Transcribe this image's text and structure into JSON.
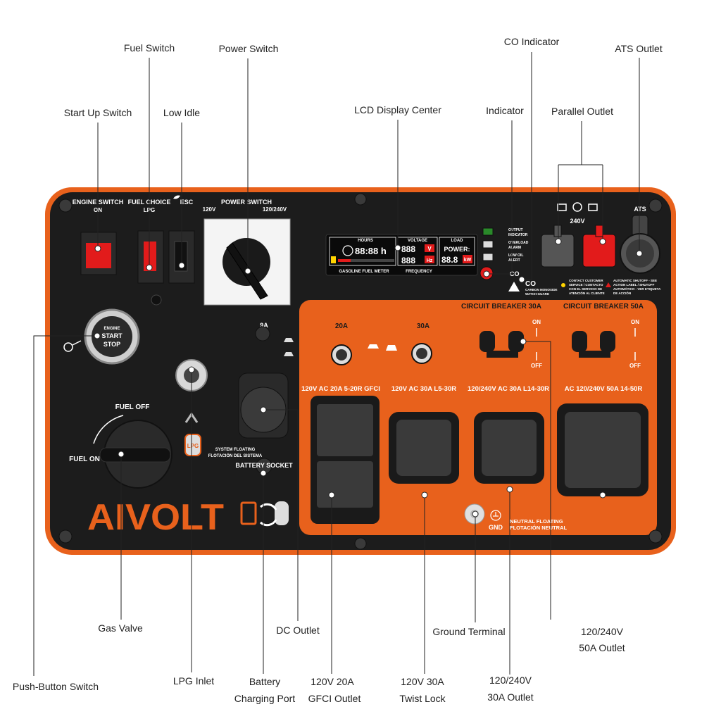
{
  "callouts": {
    "fuel_switch": "Fuel Switch",
    "power_switch": "Power Switch",
    "co_indicator": "CO Indicator",
    "ats_outlet": "ATS Outlet",
    "start_up_switch": "Start Up Switch",
    "low_idle": "Low Idle",
    "lcd_display_center": "LCD Display Center",
    "indicator": "Indicator",
    "parallel_outlet": "Parallel Outlet",
    "gas_valve": "Gas Valve",
    "dc_outlet": "DC Outlet",
    "ground_terminal": "Ground Terminal",
    "outlet_50a_line1": "120/240V",
    "outlet_50a_line2": "50A Outlet",
    "push_button_switch": "Push-Button Switch",
    "lpg_inlet": "LPG Inlet",
    "battery_line1": "Battery",
    "battery_line2": "Charging Port",
    "gfci_line1": "120V 20A",
    "gfci_line2": "GFCI Outlet",
    "twist_line1": "120V 30A",
    "twist_line2": "Twist Lock",
    "outlet_30a_line1": "120/240V",
    "outlet_30a_line2": "30A Outlet"
  },
  "panel": {
    "engine_switch": "ENGINE SWITCH",
    "on": "ON",
    "fuel_choice": "FUEL CHOICE",
    "lpg": "LPG",
    "esc": "ESC",
    "power_switch": "POWER SWITCH",
    "v120": "120V",
    "v120_240": "120/240V",
    "engine": "ENGINE",
    "start": "START",
    "stop": "STOP",
    "fuel_off": "FUEL OFF",
    "fuel_on": "FUEL ON",
    "dc_9a": "9A",
    "system_floating": "SYSTEM FLOATING",
    "flotacion_sistema": "FLOTACIÓN DEL SISTEMA",
    "battery_socket": "BATTERY SOCKET",
    "lpg_badge": "LPG",
    "brand": "AIVOLT",
    "output_indicator_1": "OUTPUT",
    "output_indicator_2": "INDICATOR",
    "overload_alarm_1": "OVERLOAD",
    "overload_alarm_2": "ALARM",
    "low_oil_alert_1": "LOW OIL",
    "low_oil_alert_2": "ALERT",
    "co": "CO",
    "co_warning_1": "CARBON MONOXIDE",
    "co_warning_2": "WATCH-GUARD",
    "v240": "240V",
    "ats": "ATS",
    "contact_1": "CONTACT CUSTOMER",
    "contact_2": "SERVICE / CONTACTO",
    "contact_3": "CON EL SERVICIO DE",
    "contact_4": "ATENCIÓN AL CLIENTE",
    "auto_1": "AUTOMATIC SHUTOFF - SEE",
    "auto_2": "ACTION LABEL / SHUTOFF",
    "auto_3": "AUTOMÁTICO - VER ETIQUETA",
    "auto_4": "DE ACCIÓN",
    "lcd_hours": "HOURS",
    "lcd_voltage": "VOLTAGE",
    "lcd_load": "LOAD",
    "lcd_time": "88:88 h",
    "lcd_volt_digits": "888",
    "lcd_v": "V",
    "lcd_freq_digits": "888",
    "lcd_hz": "Hz",
    "lcd_power": "POWER:",
    "lcd_power_digits": "88.8",
    "lcd_kw": "kW",
    "lcd_fuel_meter": "GASOLINE FUEL METER",
    "lcd_frequency": "FREQUENCY",
    "breaker_30a": "CIRCUIT BREAKER 30A",
    "breaker_50a": "CIRCUIT BREAKER 50A",
    "b20a": "20A",
    "b30a": "30A",
    "on_a": "ON",
    "off_a": "OFF",
    "on_b": "ON",
    "off_b": "OFF",
    "outlet_gfci": "120V AC 20A 5-20R GFCI",
    "outlet_l5": "120V AC 30A L5-30R",
    "outlet_l14": "120/240V AC 30A L14-30R",
    "outlet_1450": "AC 120/240V 50A 14-50R",
    "gnd": "GND",
    "neutral_1": "NEUTRAL FLOATING",
    "neutral_2": "FLOTACIÓN NEUTRAL"
  },
  "colors": {
    "panel_bg": "#1c1c1c",
    "orange": "#e8611c",
    "red_switch": "#e21b1b",
    "lcd_bg": "#0a0a0a"
  }
}
